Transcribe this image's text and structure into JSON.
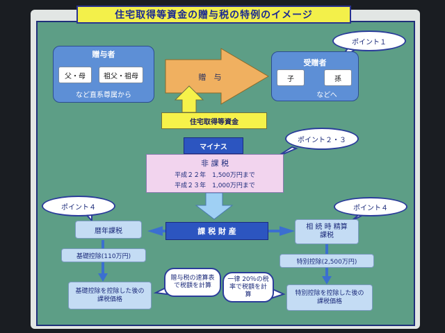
{
  "title": "住宅取得等資金の贈与税の特例のイメージ",
  "giver": {
    "heading": "贈与者",
    "item1": "父・母",
    "item2": "祖父・祖母",
    "note": "など直系尊属から"
  },
  "gift_label": "贈　与",
  "receiver": {
    "heading": "受贈者",
    "item1": "子",
    "item2": "孫",
    "note": "などへ"
  },
  "point1": "ポイント１",
  "housing_funds": "住宅取得等資金",
  "minus": "マイナス",
  "point23": "ポイント２・３",
  "nontax": {
    "heading": "非 課 税",
    "line1": "平成２２年　1,500万円まで",
    "line2": "平成２３年　1,000万円まで"
  },
  "taxable_property": "課 税 財 産",
  "point4_left": "ポイント４",
  "point4_right": "ポイント４",
  "annual": {
    "label": "暦年課税",
    "deduction": "基礎控除(110万円)",
    "result": "基礎控除を控除した後の課税価格",
    "bubble": "贈与税の速算表で税額を計算"
  },
  "settlement": {
    "label": "相 続 時 精算課税",
    "deduction": "特別控除(2,500万円)",
    "result": "特別控除を控除した後の課税価格",
    "bubble": "一律 20％の税率で税額を計算"
  },
  "colors": {
    "panel": "#5d9e86",
    "title_bg": "#f3f04a",
    "box_blue": "#5d8fd6",
    "navy": "#2c55c0",
    "pink": "#f2d4ee",
    "light_blue": "#c4dcf4",
    "arrow": "#f0b060"
  }
}
